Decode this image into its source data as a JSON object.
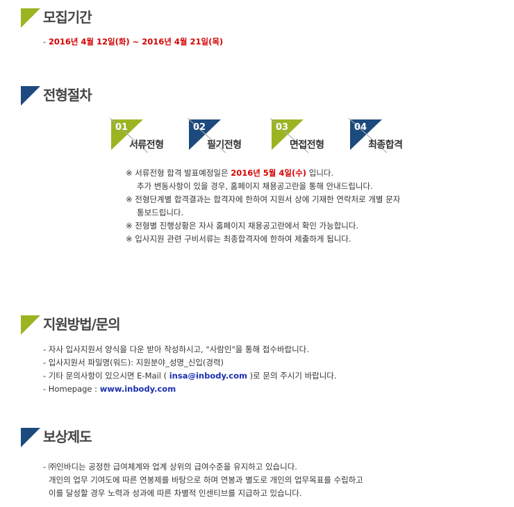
{
  "colors": {
    "green": "#9ab521",
    "navy": "#1d4a7e",
    "red": "#d40000",
    "link": "#1a2fb0"
  },
  "recruit": {
    "title": "모집기간",
    "dash": "- ",
    "period": "2016년 4월 12일(화) ~ 2016년 4월 21일(목)"
  },
  "process": {
    "title": "전형절차",
    "steps": [
      {
        "num": "01",
        "label": "서류전형"
      },
      {
        "num": "02",
        "label": "필기전형"
      },
      {
        "num": "03",
        "label": "면접전형"
      },
      {
        "num": "04",
        "label": "최종합격"
      }
    ],
    "notes": {
      "n1a": "※ 서류전형 합격 발표예정일은 ",
      "n1date": "2016년 5월 4일(수)",
      "n1b": " 입니다.",
      "n1c": "추가 변동사항이 있을 경우, 홈페이지 채용공고란을 통해 안내드립니다.",
      "n2": "※ 전형단계별 합격결과는 합격자에 한하여 지원서 상에 기재한 연락처로 개별 문자",
      "n2b": "통보드립니다.",
      "n3": "※ 전형별 진행상황은 자사 홈페이지 채용공고란에서 확인 가능합니다.",
      "n4": "※ 입사지원 관련 구비서류는 최종합격자에 한하여 제출하게 됩니다."
    }
  },
  "apply": {
    "title": "지원방법/문의",
    "l1": "- 자사 입사지원서 양식을 다운 받아 작성하시고, \"사람인\"을 통해 접수바랍니다.",
    "l2": "- 입사지원서 파일명(워드): 지원분야_성명_신입(경력)",
    "l3a": "- 기타 문의사항이 있으시면 E-Mail ( ",
    "email": "insa@inbody.com",
    "l3b": " )로 문의 주시기 바랍니다.",
    "l4a": "- Homepage : ",
    "homepage": "www.inbody.com"
  },
  "reward": {
    "title": "보상제도",
    "l1": "- ㈜인바디는 공정한 급여체계와 업계 상위의 급여수준을 유지하고 있습니다.",
    "l2": "개인의 업무 기여도에 따른 연봉제를 바탕으로 하며 연봉과 별도로 개인의 업무목표를 수립하고",
    "l3": "이를 달성할 경우 노력과 성과에 따른 차별적 인센티브를 지급하고 있습니다."
  }
}
